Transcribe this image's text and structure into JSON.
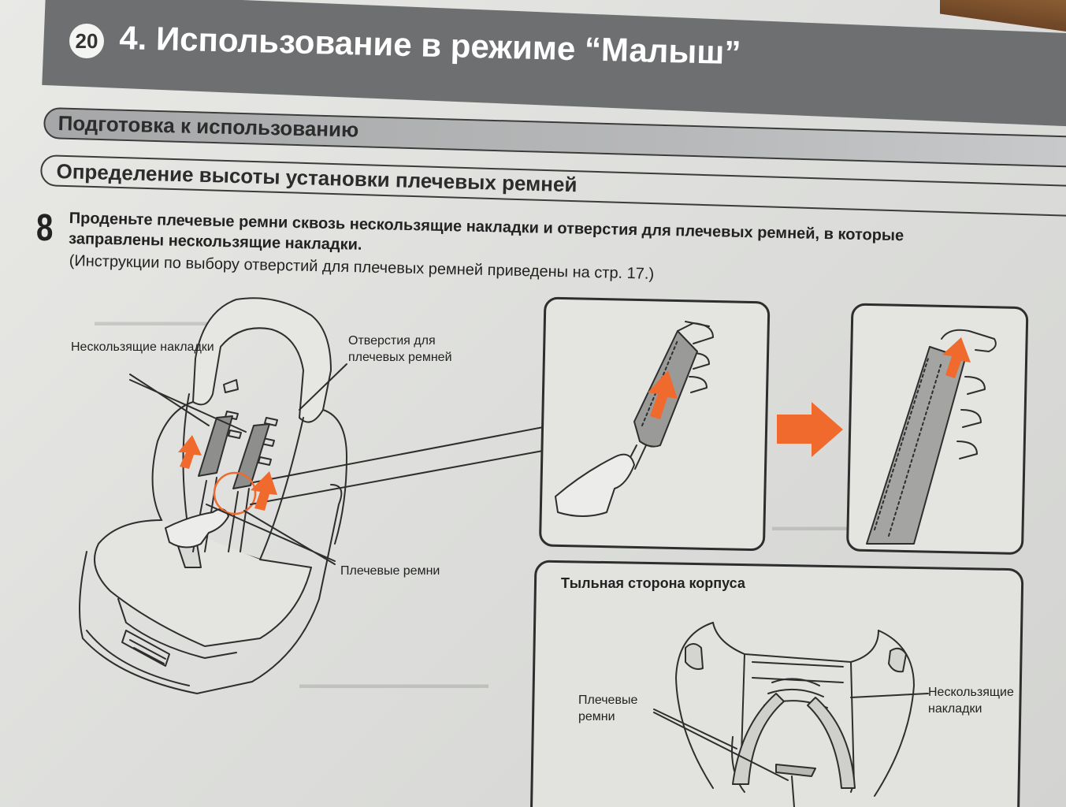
{
  "header": {
    "page_number": "20",
    "title": "4. Использование в режиме “Малыш”"
  },
  "sections": {
    "preparation": "Подготовка к использованию",
    "strap_height": "Определение высоты установки плечевых ремней"
  },
  "step": {
    "number": "8",
    "instruction_line1": "Проденьте плечевые ремни сквозь нескользящие накладки и отверстия для плечевых ремней, в которые",
    "instruction_line2": "заправлены нескользящие накладки.",
    "note": "(Инструкции по выбору отверстий для плечевых ремней приведены на стр. 17.)"
  },
  "figure_main": {
    "label_pads": "Нескользящие накладки",
    "label_holes": "Отверстия для плечевых ремней",
    "label_straps": "Плечевые ремни"
  },
  "figure_back": {
    "title": "Тыльная сторона корпуса",
    "label_straps": "Плечевые ремни",
    "label_pads": "Нескользящие накладки"
  },
  "colors": {
    "header_band": "#6e6f71",
    "arrow_accent": "#f06a2e",
    "line_ink": "#2e2e2e"
  }
}
